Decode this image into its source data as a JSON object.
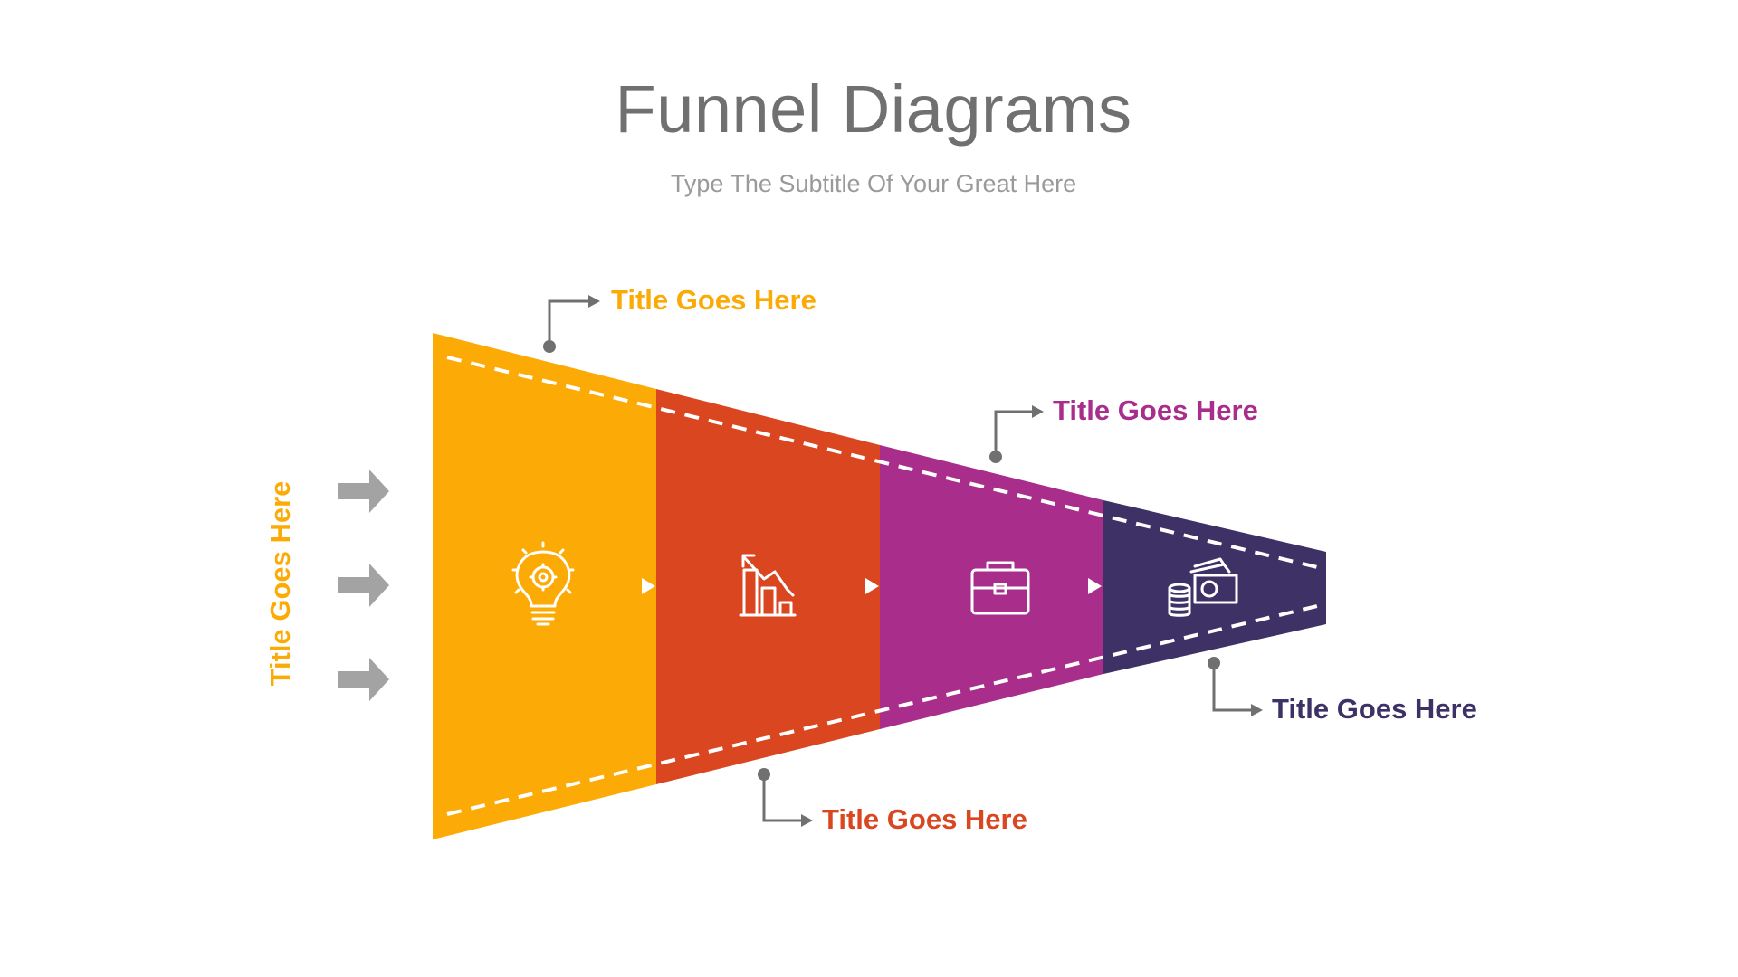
{
  "header": {
    "title": "Funnel Diagrams",
    "subtitle": "Type The Subtitle Of Your Great Here"
  },
  "input_label": {
    "text": "Title Goes Here",
    "color": "#FBAA06"
  },
  "stages": [
    {
      "icon": "lightbulb-gear-icon",
      "color": "#FBAA06",
      "label": "Title Goes Here",
      "label_color": "#FBAA06"
    },
    {
      "icon": "bar-chart-down-icon",
      "color": "#D9461F",
      "label": "Title Goes Here",
      "label_color": "#D9461F"
    },
    {
      "icon": "briefcase-icon",
      "color": "#A92E8C",
      "label": "Title Goes Here",
      "label_color": "#A92E8C"
    },
    {
      "icon": "money-coins-icon",
      "color": "#3D3166",
      "label": "Title Goes Here",
      "label_color": "#3D3166"
    }
  ],
  "colors": {
    "connector": "#707070",
    "arrow": "#A3A3A3",
    "dash": "#ffffff"
  }
}
